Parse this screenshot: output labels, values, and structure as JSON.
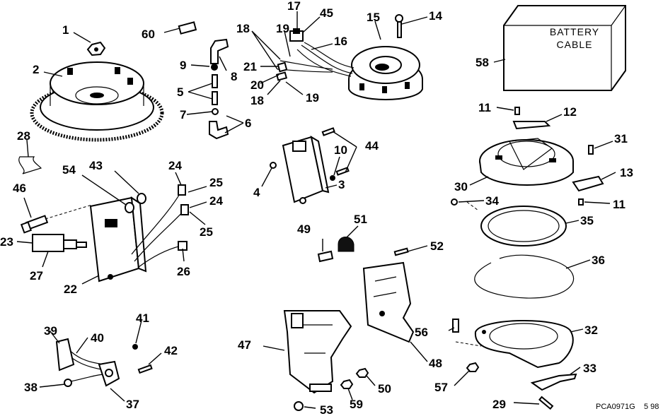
{
  "callouts": [
    "1",
    "2",
    "3",
    "4",
    "5",
    "6",
    "7",
    "8",
    "9",
    "10",
    "11",
    "11",
    "12",
    "13",
    "14",
    "15",
    "16",
    "17",
    "18",
    "18",
    "19",
    "19",
    "20",
    "21",
    "22",
    "23",
    "24",
    "24",
    "25",
    "25",
    "26",
    "27",
    "28",
    "29",
    "30",
    "31",
    "32",
    "33",
    "34",
    "35",
    "36",
    "37",
    "38",
    "39",
    "40",
    "41",
    "42",
    "43",
    "44",
    "45",
    "46",
    "47",
    "48",
    "49",
    "50",
    "51",
    "52",
    "53",
    "54",
    "56",
    "57",
    "58",
    "59",
    "60"
  ],
  "battery_cable_label": [
    "BATTERY",
    "CABLE"
  ],
  "footer": {
    "ref": "PCA0971G",
    "date": "5 98"
  }
}
